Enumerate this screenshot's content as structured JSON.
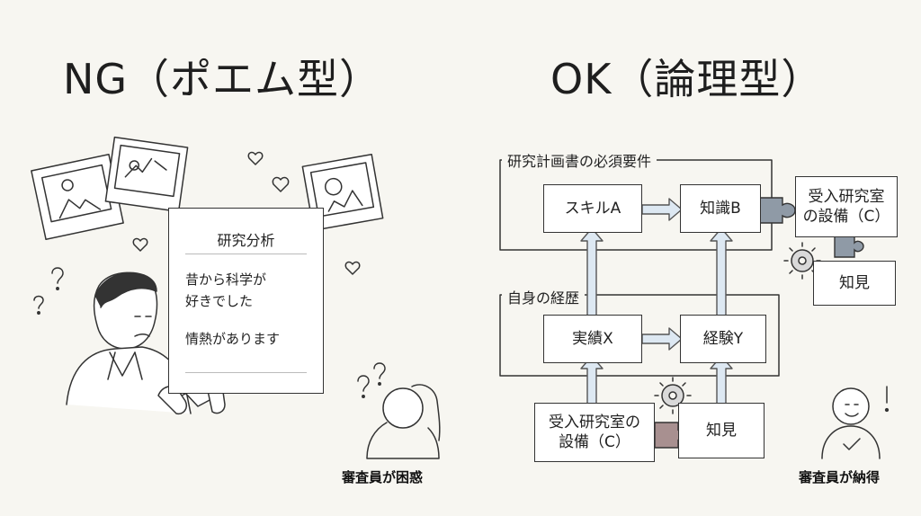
{
  "headings": {
    "ng": "NG（ポエム型）",
    "ok": "OK（論理型）"
  },
  "ng_panel": {
    "document": {
      "title": "研究分析",
      "line1": "昔から科学が",
      "line2": "好きでした",
      "line3": "情熱があります"
    },
    "caption": "審査員が困惑"
  },
  "ok_panel": {
    "requirements_group": "研究計画書の必須要件",
    "skill": "スキルA",
    "knowledge": "知識B",
    "equipment_top_1": "受入研究室",
    "equipment_top_2": "の設備（C）",
    "insight_top": "知見",
    "experience_group": "自身の経歴",
    "achievement": "実績X",
    "experience": "経験Y",
    "equipment_bottom_1": "受入研究室の",
    "equipment_bottom_2": "設備（C）",
    "insight_bottom": "知見",
    "caption": "審査員が納得"
  },
  "colors": {
    "arrow_fill": "#dde8f2",
    "arrow_stroke": "#555555",
    "puzzle_blue": "#8f9aa6",
    "puzzle_brown": "#a89090",
    "background": "#f7f6f1"
  }
}
